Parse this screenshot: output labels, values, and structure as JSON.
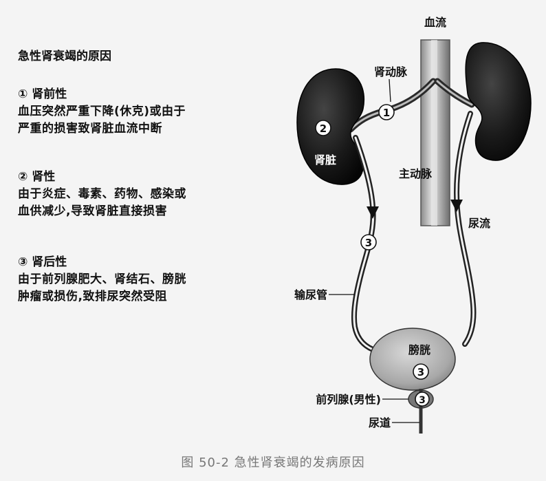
{
  "left": {
    "title": "急性肾衰竭的原因",
    "sections": [
      {
        "heading": "① 肾前性",
        "lines": [
          "血压突然严重下降(休克)或由于",
          "严重的损害致肾脏血流中断"
        ]
      },
      {
        "heading": "② 肾性",
        "lines": [
          "由于炎症、毒素、药物、感染或",
          "血供减少,导致肾脏直接损害"
        ]
      },
      {
        "heading": "③ 肾后性",
        "lines": [
          "由于前列腺肥大、肾结石、膀胱",
          "肿瘤或损伤,致排尿突然受阻"
        ]
      }
    ]
  },
  "diagram": {
    "labels": {
      "blood_flow": "血流",
      "renal_artery": "肾动脉",
      "kidney": "肾脏",
      "aorta": "主动脉",
      "urine_flow": "尿流",
      "ureter": "输尿管",
      "bladder": "膀胱",
      "prostate": "前列腺(男性)",
      "urethra": "尿道"
    },
    "markers": {
      "m1": "1",
      "m2": "2",
      "m3_ureter": "3",
      "m3_bladder": "3",
      "m3_prostate": "3"
    }
  },
  "caption": "图 50-2    急性肾衰竭的发病原因"
}
